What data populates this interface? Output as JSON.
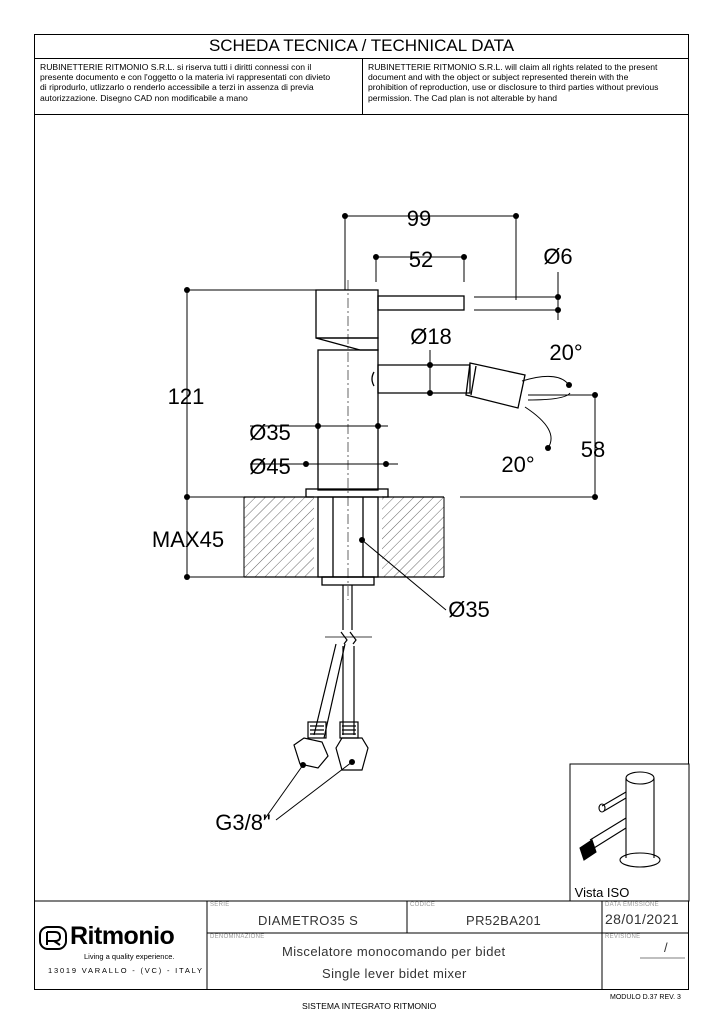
{
  "header": {
    "title": "SCHEDA TECNICA / TECHNICAL DATA",
    "notice_it": "RUBINETTERIE RITMONIO S.R.L. si riserva tutti i diritti connessi con il\npresente documento e con l'oggetto o la materia ivi rappresentati con divieto\ndi riprodurlo, utlizzarlo o renderlo accessibile a terzi in assenza di previa\nautorizzazione. Disegno CAD non modificabile a mano",
    "notice_en": "RUBINETTERIE RITMONIO S.R.L. will claim all rights related to the present\ndocument and with the object or subject represented therein with the\nprohibition  of reproduction, use or disclosure to third parties without previous\npermission.  The Cad plan is not alterable by hand"
  },
  "drawing": {
    "dim_99": "99",
    "dim_52": "52",
    "dim_phi6": "Ø6",
    "dim_phi18": "Ø18",
    "dim_20_top": "20°",
    "dim_121": "121",
    "dim_phi35_body": "Ø35",
    "dim_phi45": "Ø45",
    "dim_20_bottom": "20°",
    "dim_58": "58",
    "dim_max45": "MAX45",
    "dim_phi35_hole": "Ø35",
    "dim_g38": "G3/8\"",
    "iso_label": "Vista ISO"
  },
  "titleblock": {
    "logo_name": "Ritmonio",
    "logo_tagline": "Living a quality experience.",
    "logo_address": "13019 VARALLO - (VC) - ITALY",
    "serie_label": "SERIE",
    "serie_value": "DIAMETRO35  S",
    "codice_label": "CODICE",
    "codice_value": "PR52BA201",
    "data_label": "DATA EMISSIONE",
    "data_value": "28/01/2021",
    "denominazione_label": "DENOMINAZIONE",
    "denominazione_it": "Miscelatore  monocomando  per  bidet",
    "denominazione_en": "Single  lever  bidet  mixer",
    "revisione_label": "REVISIONE",
    "revisione_value": "/"
  },
  "footer": {
    "modulo": "MODULO D.37 REV. 3",
    "sistema": "SISTEMA INTEGRATO RITMONIO"
  }
}
